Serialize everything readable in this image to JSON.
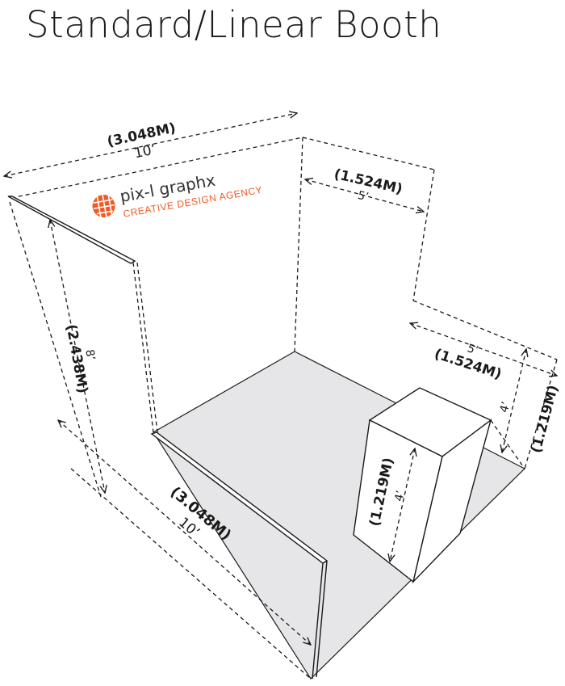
{
  "title": "Standard/Linear Booth",
  "brand": {
    "name": "pix-l graphx",
    "tagline": "CREATIVE DESIGN AGENCY",
    "accent_color": "#ef5a24",
    "logo_icon": "globe-grid-icon"
  },
  "colors": {
    "floor": "#e6e5e7",
    "line": "#1a1a1a"
  },
  "dimensions": {
    "back_width_m": "(3.048M)",
    "back_width_ft": "10’",
    "side_depth_m": "(1.524M)",
    "side_depth_ft": "5’",
    "wall_height_m": "(2.438M)",
    "wall_height_ft": "8’",
    "front_width_m": "(3.048M)",
    "front_width_ft": "10’",
    "counter_depth_m": "(1.524M)",
    "counter_depth_ft": "5’",
    "counter_width_m": "(1.219M)",
    "counter_width_ft": "4’",
    "counter_height_m": "(1.219M)",
    "counter_height_ft": "4’"
  }
}
